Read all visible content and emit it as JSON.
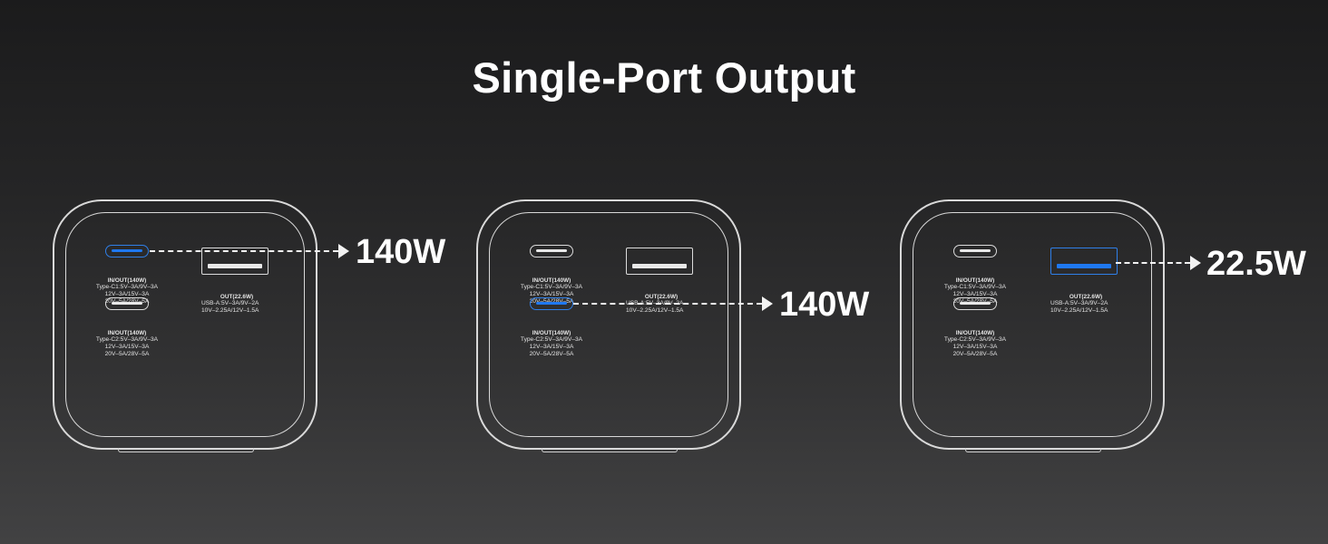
{
  "title": "Single-Port Output",
  "ports": {
    "c1_head": "IN/OUT(140W)",
    "c1_spec": "Type-C1:5V–3A/9V–3A\n12V–3A/15V–3A\n20V–5A/28V–5A",
    "c2_head": "IN/OUT(140W)",
    "c2_spec": "Type-C2:5V–3A/9V–3A\n12V–3A/15V–3A\n20V–5A/28V–5A",
    "a_head": "OUT(22.6W)",
    "a_spec": "USB-A:5V–3A/9V–2A\n10V–2.25A/12V–1.5A"
  },
  "panels": [
    {
      "active_port": "type-c1",
      "output": "140W"
    },
    {
      "active_port": "type-c2",
      "output": "140W"
    },
    {
      "active_port": "usb-a",
      "output": "22.5W"
    }
  ],
  "colors": {
    "active_port": "#1f78f0",
    "outline": "#d9d9d9",
    "background": "#1b1b1c"
  }
}
